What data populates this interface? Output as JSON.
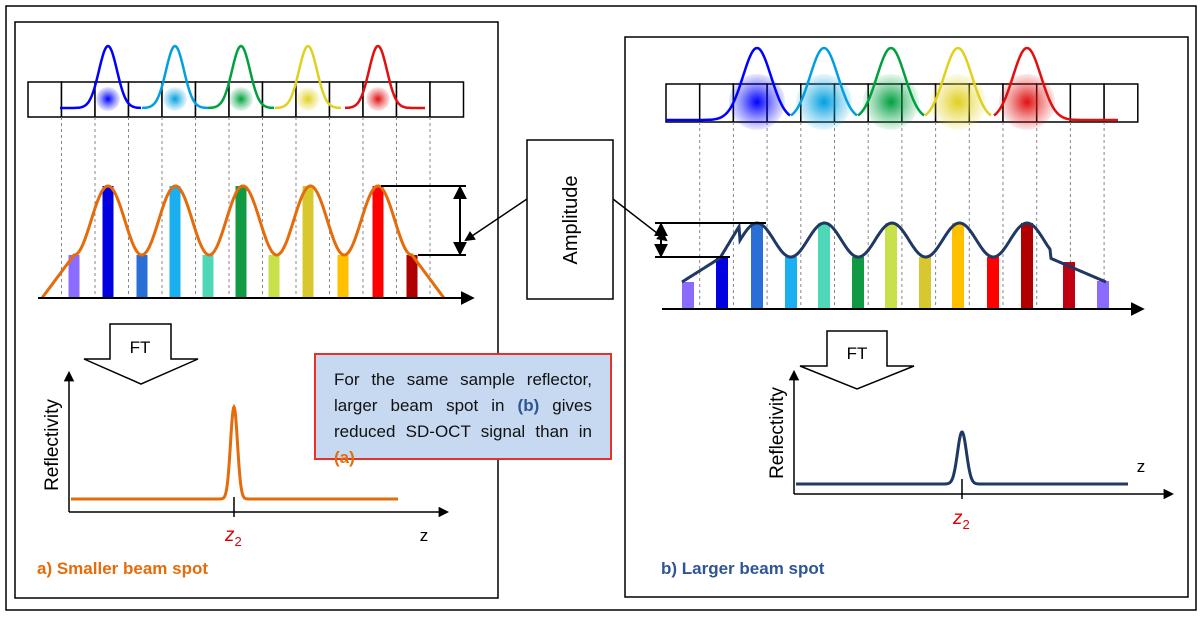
{
  "panel_a": {
    "caption": "a) Smaller beam spot",
    "ft_label": "FT",
    "y_axis_label": "Reflectivity",
    "x_axis_label": "z",
    "peak_label": "z",
    "peak_subscript": "2"
  },
  "panel_b": {
    "caption": "b) Larger beam spot",
    "ft_label": "FT",
    "y_axis_label": "Reflectivity",
    "x_axis_label": "z",
    "peak_label": "z",
    "peak_subscript": "2"
  },
  "amplitude_label": "Amplitude",
  "note": {
    "part1": "For the same sample reflector, larger beam spot in ",
    "ref_b": "(b)",
    "part2": " gives reduced SD-OCT signal than in ",
    "ref_a": "(a)"
  },
  "colors": {
    "orange": "#e46c0a",
    "navy": "#1f3864",
    "red_label": "#e00000",
    "note_bg": "#c6d9f1",
    "note_border": "#e8302a",
    "spectrum": [
      "#0000ff",
      "#00a0e0",
      "#00a040",
      "#e0d020",
      "#e01010"
    ],
    "bars": [
      "#8c6cff",
      "#0000e0",
      "#2a6fd6",
      "#1ab0f0",
      "#4fd8b8",
      "#119944",
      "#c8e04a",
      "#d8c830",
      "#ffc000",
      "#ff0000",
      "#b00000",
      "#c00010"
    ]
  }
}
